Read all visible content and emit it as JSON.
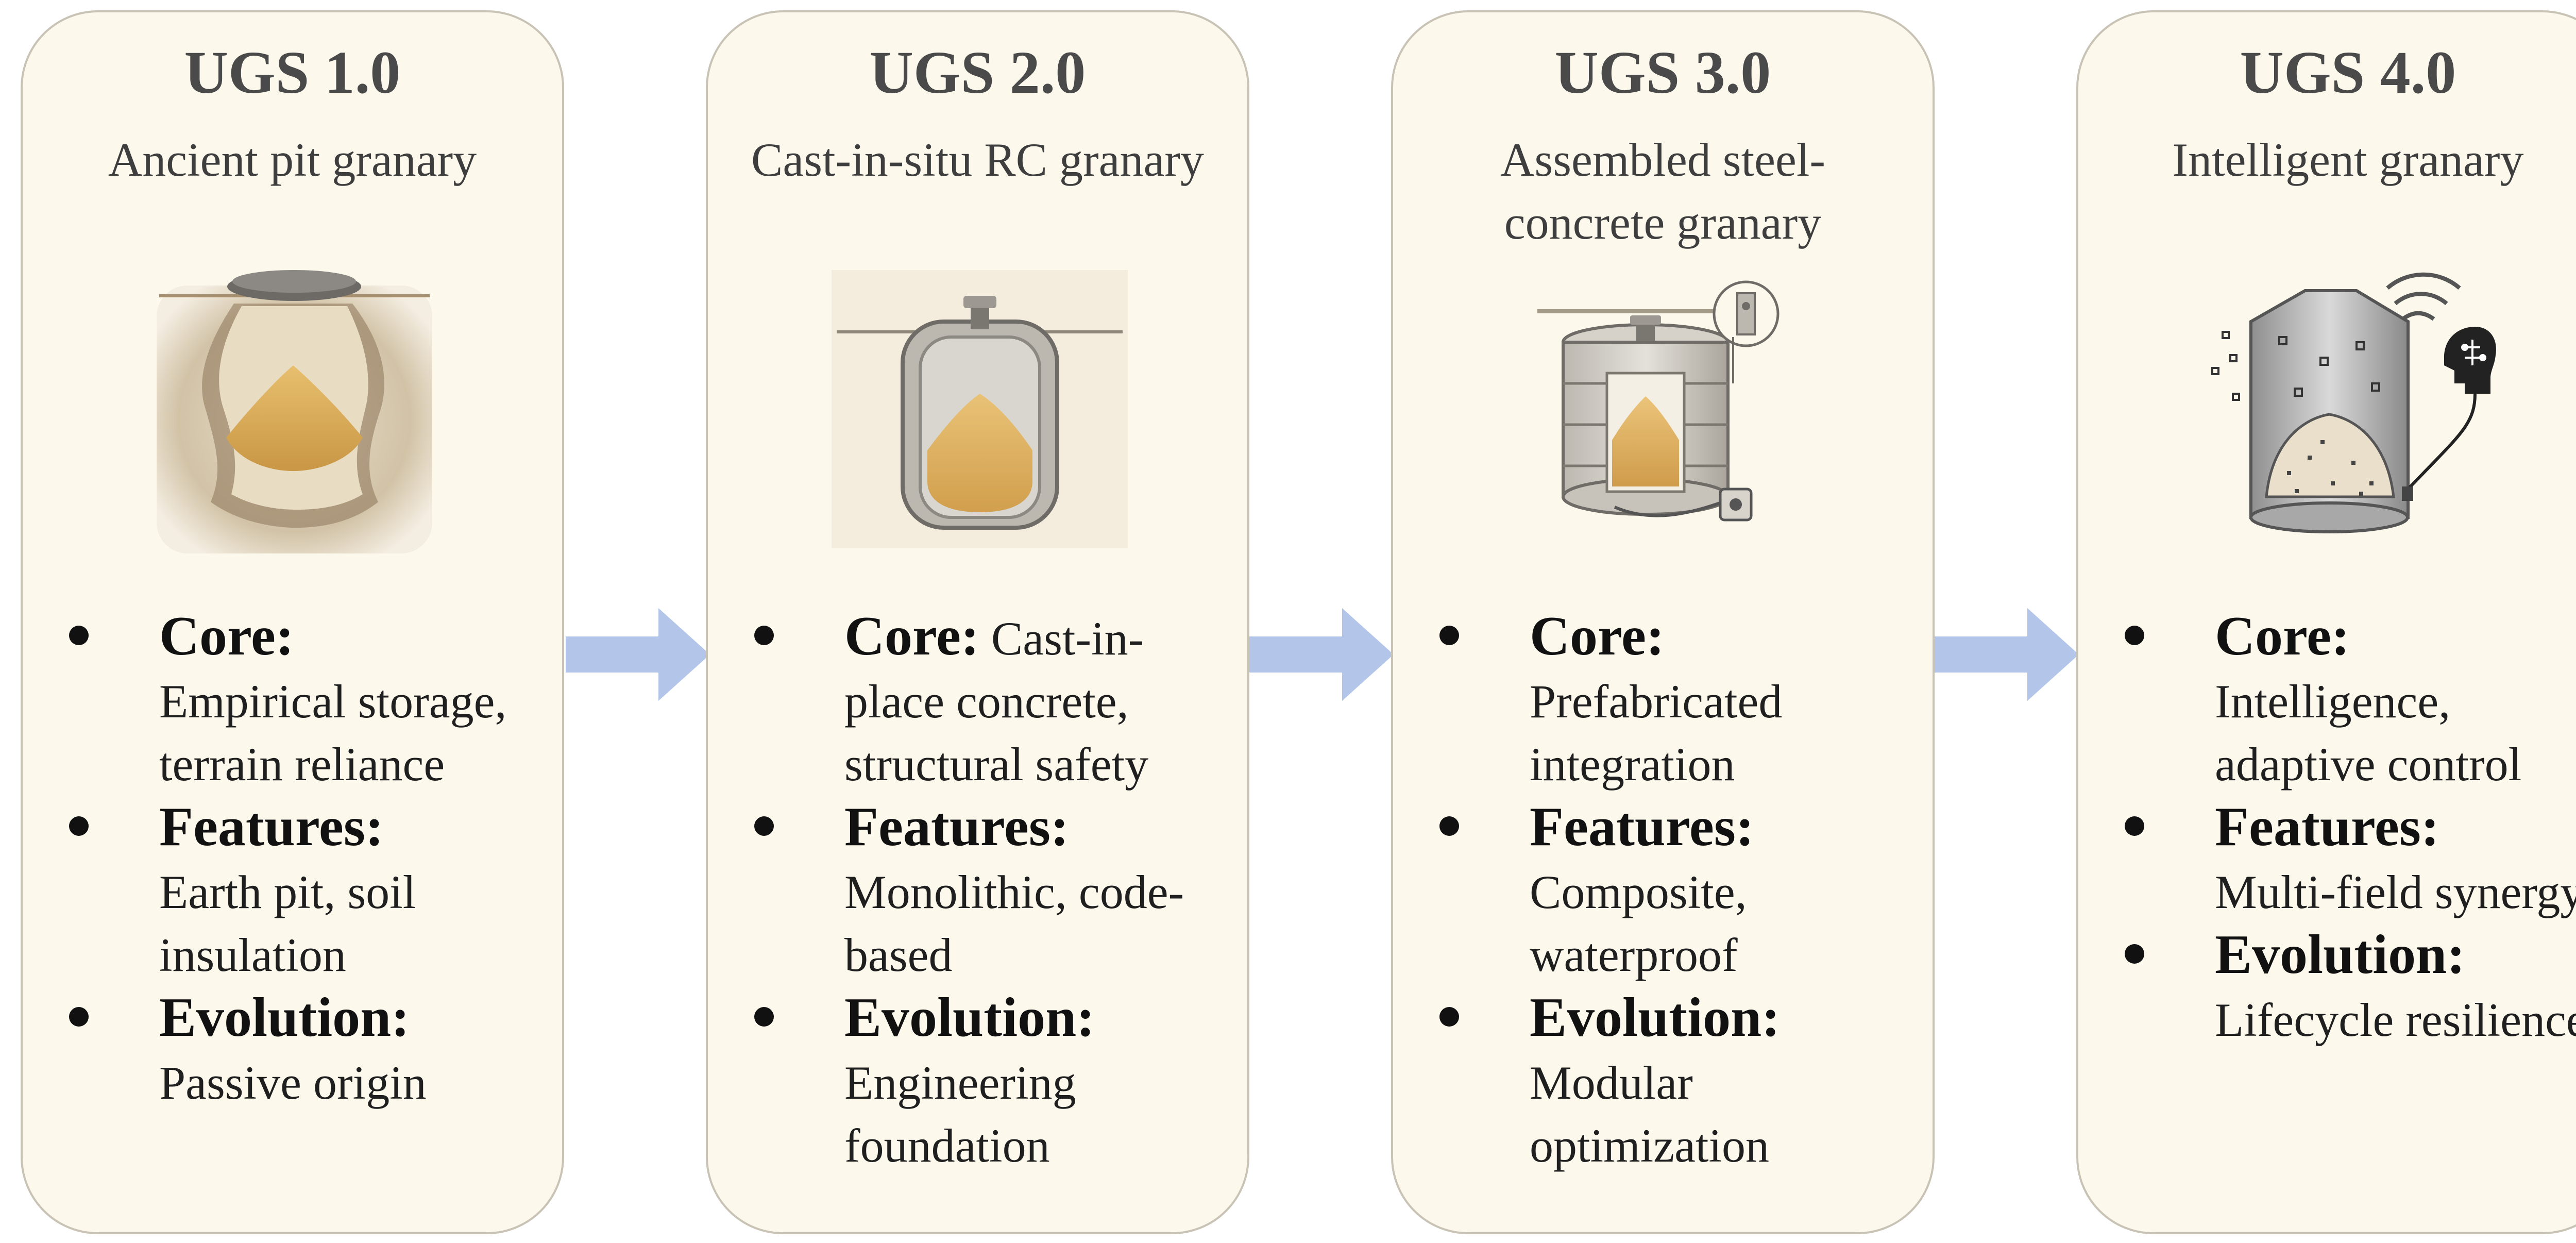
{
  "stages": [
    {
      "title": "UGS 1.0",
      "subtitle": "Ancient pit granary",
      "illustration": "pit-granary-illustration",
      "bullets": [
        {
          "label": "Core:",
          "text": "Empirical storage, terrain reliance"
        },
        {
          "label": "Features:",
          "text": "Earth pit, soil insulation"
        },
        {
          "label": "Evolution:",
          "text": "Passive origin"
        }
      ]
    },
    {
      "title": "UGS 2.0",
      "subtitle": "Cast-in-situ RC granary",
      "illustration": "rc-granary-illustration",
      "bullets": [
        {
          "label": "Core:",
          "text": "Cast-in-place concrete, structural safety"
        },
        {
          "label": "Features:",
          "text": "Monolithic, code-based"
        },
        {
          "label": "Evolution:",
          "text": "Engineering foundation"
        }
      ]
    },
    {
      "title": "UGS 3.0",
      "subtitle": "Assembled steel-concrete granary",
      "illustration": "steel-concrete-granary-illustration",
      "bullets": [
        {
          "label": "Core:",
          "text": "Prefabricated integration"
        },
        {
          "label": "Features:",
          "text": "Composite, waterproof"
        },
        {
          "label": "Evolution:",
          "text": "Modular optimization"
        }
      ]
    },
    {
      "title": "UGS 4.0",
      "subtitle": "Intelligent granary",
      "illustration": "intelligent-granary-illustration",
      "bullets": [
        {
          "label": "Core:",
          "text": "Intelligence, adaptive control"
        },
        {
          "label": "Features:",
          "text": "Multi-field synergy"
        },
        {
          "label": "Evolution:",
          "text": "Lifecycle resilience"
        }
      ]
    }
  ],
  "colors": {
    "card_fill": "#fcf8ec",
    "card_border": "#c9c3b6",
    "arrow": "#b3c6ea",
    "grain": "#dcb066",
    "title": "#4a4a4a"
  },
  "arrow_icon": "right-arrow-icon"
}
